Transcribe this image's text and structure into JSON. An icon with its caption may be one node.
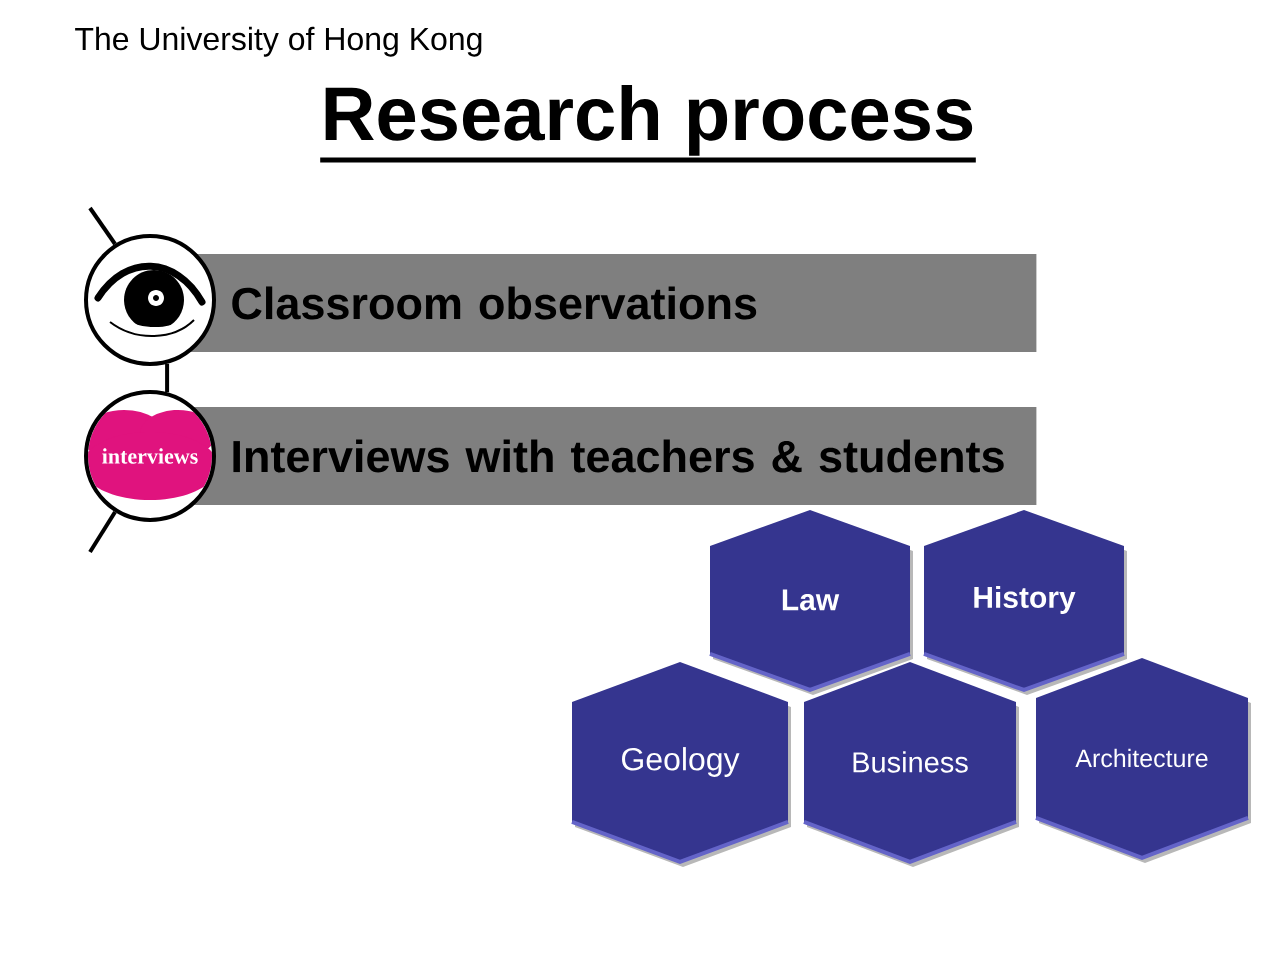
{
  "diagram": {
    "title": "Research process",
    "nodes": [
      {
        "text": [],
        "shape": "circle"
      },
      {
        "text": [
          "Classroom observations"
        ]
      },
      {
        "text": [
          "interviews"
        ]
      },
      {
        "text": [
          "Interviews with teachers & students"
        ]
      },
      {
        "text": [
          "Law"
        ]
      },
      {
        "text": [
          "History"
        ]
      },
      {
        "text": [
          "Geology"
        ]
      },
      {
        "text": [
          "Business"
        ]
      },
      {
        "text": [
          "Architecture"
        ]
      }
    ],
    "edges": [
      {
        "from": null,
        "to": 0,
        "arrow": "none"
      },
      {
        "from": 0,
        "to": 2,
        "arrow": "none"
      },
      {
        "from": 2,
        "to": null,
        "arrow": "none"
      }
    ],
    "labels": [
      "The University of Hong Kong"
    ]
  }
}
